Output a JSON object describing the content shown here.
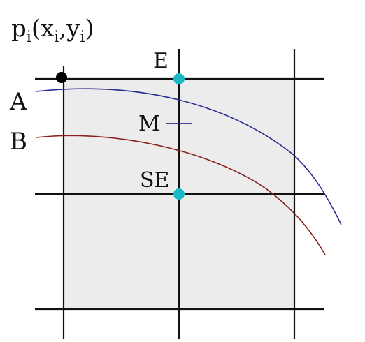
{
  "labels": {
    "point_name": "p",
    "point_sub": "i",
    "open_paren": "(",
    "x": "x",
    "x_sub": "i",
    "comma": ",",
    "y": "y",
    "y_sub": "i",
    "close_paren": ")",
    "curve_a": "A",
    "curve_b": "B",
    "east": "E",
    "midpoint": "M",
    "south_east": "SE"
  },
  "colors": {
    "grid_line": "#111111",
    "cell_fill": "#ececec",
    "curve_a": "#2a2d8f",
    "curve_b": "#8b1e1e",
    "candidate_point": "#19b8c4",
    "current_point": "#000000"
  }
}
